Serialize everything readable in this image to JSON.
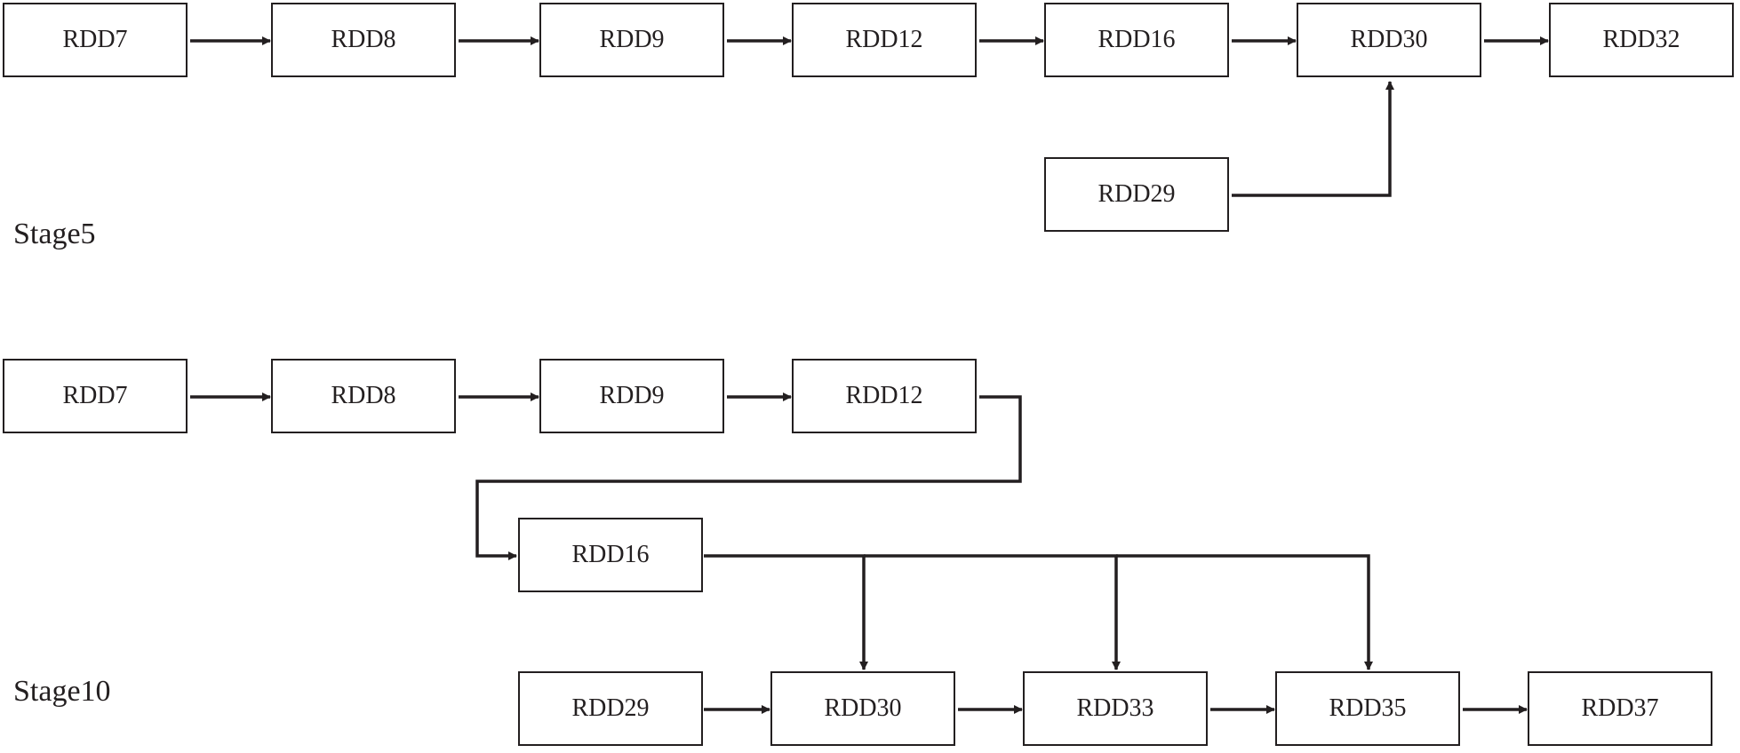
{
  "stages": [
    {
      "label": "Stage5",
      "nodes": [
        {
          "id": "s5_rdd7",
          "label": "RDD7"
        },
        {
          "id": "s5_rdd8",
          "label": "RDD8"
        },
        {
          "id": "s5_rdd9",
          "label": "RDD9"
        },
        {
          "id": "s5_rdd12",
          "label": "RDD12"
        },
        {
          "id": "s5_rdd16",
          "label": "RDD16"
        },
        {
          "id": "s5_rdd30",
          "label": "RDD30"
        },
        {
          "id": "s5_rdd32",
          "label": "RDD32"
        },
        {
          "id": "s5_rdd29",
          "label": "RDD29"
        }
      ],
      "edges": [
        [
          "s5_rdd7",
          "s5_rdd8"
        ],
        [
          "s5_rdd8",
          "s5_rdd9"
        ],
        [
          "s5_rdd9",
          "s5_rdd12"
        ],
        [
          "s5_rdd12",
          "s5_rdd16"
        ],
        [
          "s5_rdd16",
          "s5_rdd30"
        ],
        [
          "s5_rdd30",
          "s5_rdd32"
        ],
        [
          "s5_rdd29",
          "s5_rdd30"
        ]
      ]
    },
    {
      "label": "Stage10",
      "nodes": [
        {
          "id": "s10_rdd7",
          "label": "RDD7"
        },
        {
          "id": "s10_rdd8",
          "label": "RDD8"
        },
        {
          "id": "s10_rdd9",
          "label": "RDD9"
        },
        {
          "id": "s10_rdd12",
          "label": "RDD12"
        },
        {
          "id": "s10_rdd16",
          "label": "RDD16"
        },
        {
          "id": "s10_rdd29",
          "label": "RDD29"
        },
        {
          "id": "s10_rdd30",
          "label": "RDD30"
        },
        {
          "id": "s10_rdd33",
          "label": "RDD33"
        },
        {
          "id": "s10_rdd35",
          "label": "RDD35"
        },
        {
          "id": "s10_rdd37",
          "label": "RDD37"
        }
      ],
      "edges": [
        [
          "s10_rdd7",
          "s10_rdd8"
        ],
        [
          "s10_rdd8",
          "s10_rdd9"
        ],
        [
          "s10_rdd9",
          "s10_rdd12"
        ],
        [
          "s10_rdd12",
          "s10_rdd16"
        ],
        [
          "s10_rdd16",
          "s10_rdd30"
        ],
        [
          "s10_rdd16",
          "s10_rdd33"
        ],
        [
          "s10_rdd16",
          "s10_rdd35"
        ],
        [
          "s10_rdd29",
          "s10_rdd30"
        ],
        [
          "s10_rdd30",
          "s10_rdd33"
        ],
        [
          "s10_rdd33",
          "s10_rdd35"
        ],
        [
          "s10_rdd35",
          "s10_rdd37"
        ]
      ]
    }
  ],
  "colors": {
    "stroke": "#231f20",
    "background": "#ffffff"
  }
}
